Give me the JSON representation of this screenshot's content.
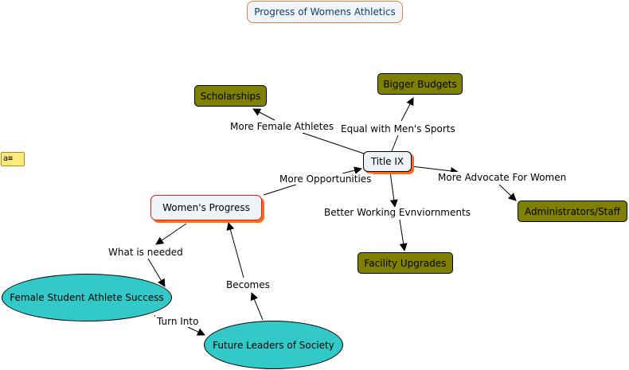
{
  "map": {
    "title": "Progress of Womens Athletics",
    "nodes": {
      "title_ix": "Title IX",
      "womens_progress": "Women's Progress",
      "scholarships": "Scholarships",
      "bigger_budgets": "Bigger Budgets",
      "administrators": "Administrators/Staff",
      "facility_upgrades": "Facility Upgrades",
      "student_success": "Female Student Athlete Success",
      "future_leaders": "Future Leaders of Society"
    },
    "links": {
      "more_female_athletes": "More Female Athletes",
      "equal_mens_sports": "Equal with Men's Sports",
      "more_advocate": "More Advocate For Women",
      "better_working": "Better Working Evnviornments",
      "more_opportunities": "More Opportunities",
      "what_is_needed": "What is needed",
      "becomes": "Becomes",
      "turn_into": "Turn Into"
    },
    "note_icon": "note-icon",
    "colors": {
      "olive": "#808000",
      "teal": "#33c9c9",
      "shadow": "#ff6a1a",
      "title_border": "#e08040"
    }
  }
}
